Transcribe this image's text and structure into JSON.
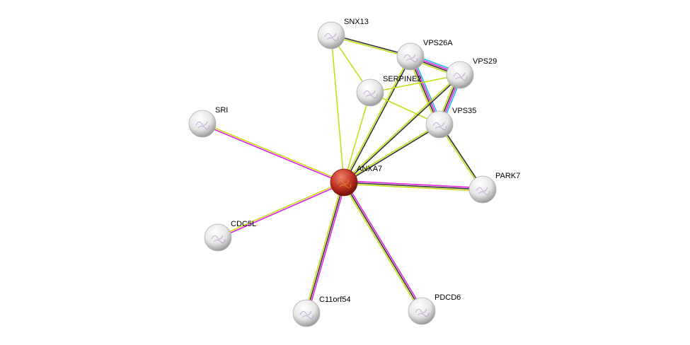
{
  "colors": {
    "neighborhood": "#c8dc18",
    "coexpression": "#333333",
    "experiments": "#e020e0",
    "databases": "#20b8e0",
    "query_node": "#c83020",
    "node": "#e8e8e8"
  },
  "nodes": [
    {
      "id": "SNX13",
      "label": "SNX13",
      "query": false
    },
    {
      "id": "VPS26A",
      "label": "VPS26A",
      "query": false
    },
    {
      "id": "VPS29",
      "label": "VPS29",
      "query": false
    },
    {
      "id": "SERPINE2",
      "label": "SERPINE2",
      "query": false
    },
    {
      "id": "VPS35",
      "label": "VPS35",
      "query": false
    },
    {
      "id": "SRI",
      "label": "SRI",
      "query": false
    },
    {
      "id": "ANXA7",
      "label": "ANXA7",
      "query": true
    },
    {
      "id": "PARK7",
      "label": "PARK7",
      "query": false
    },
    {
      "id": "CDC5L",
      "label": "CDC5L",
      "query": false
    },
    {
      "id": "C11orf54",
      "label": "C11orf54",
      "query": false
    },
    {
      "id": "PDCD6",
      "label": "PDCD6",
      "query": false
    }
  ],
  "edges": [
    {
      "a": "SNX13",
      "b": "VPS26A",
      "channels": [
        "coexpression",
        "neighborhood"
      ]
    },
    {
      "a": "SNX13",
      "b": "SERPINE2",
      "channels": [
        "neighborhood"
      ]
    },
    {
      "a": "SNX13",
      "b": "ANXA7",
      "channels": [
        "neighborhood"
      ]
    },
    {
      "a": "VPS26A",
      "b": "VPS29",
      "channels": [
        "databases",
        "experiments",
        "coexpression",
        "neighborhood"
      ]
    },
    {
      "a": "VPS26A",
      "b": "VPS35",
      "channels": [
        "databases",
        "experiments",
        "coexpression",
        "neighborhood"
      ]
    },
    {
      "a": "VPS26A",
      "b": "ANXA7",
      "channels": [
        "coexpression",
        "neighborhood"
      ]
    },
    {
      "a": "SERPINE2",
      "b": "VPS29",
      "channels": [
        "neighborhood"
      ]
    },
    {
      "a": "SERPINE2",
      "b": "VPS35",
      "channels": [
        "neighborhood"
      ]
    },
    {
      "a": "SERPINE2",
      "b": "ANXA7",
      "channels": [
        "neighborhood"
      ]
    },
    {
      "a": "VPS29",
      "b": "VPS35",
      "channels": [
        "databases",
        "experiments",
        "coexpression",
        "neighborhood"
      ]
    },
    {
      "a": "VPS29",
      "b": "ANXA7",
      "channels": [
        "coexpression",
        "neighborhood"
      ]
    },
    {
      "a": "VPS35",
      "b": "ANXA7",
      "channels": [
        "coexpression",
        "neighborhood"
      ]
    },
    {
      "a": "VPS35",
      "b": "PARK7",
      "channels": [
        "coexpression",
        "neighborhood"
      ]
    },
    {
      "a": "ANXA7",
      "b": "PARK7",
      "channels": [
        "experiments",
        "coexpression",
        "neighborhood"
      ]
    },
    {
      "a": "ANXA7",
      "b": "SRI",
      "channels": [
        "experiments",
        "neighborhood"
      ]
    },
    {
      "a": "ANXA7",
      "b": "CDC5L",
      "channels": [
        "experiments",
        "neighborhood"
      ]
    },
    {
      "a": "ANXA7",
      "b": "C11orf54",
      "channels": [
        "experiments",
        "coexpression",
        "neighborhood"
      ]
    },
    {
      "a": "ANXA7",
      "b": "PDCD6",
      "channels": [
        "experiments",
        "coexpression",
        "neighborhood"
      ]
    }
  ]
}
